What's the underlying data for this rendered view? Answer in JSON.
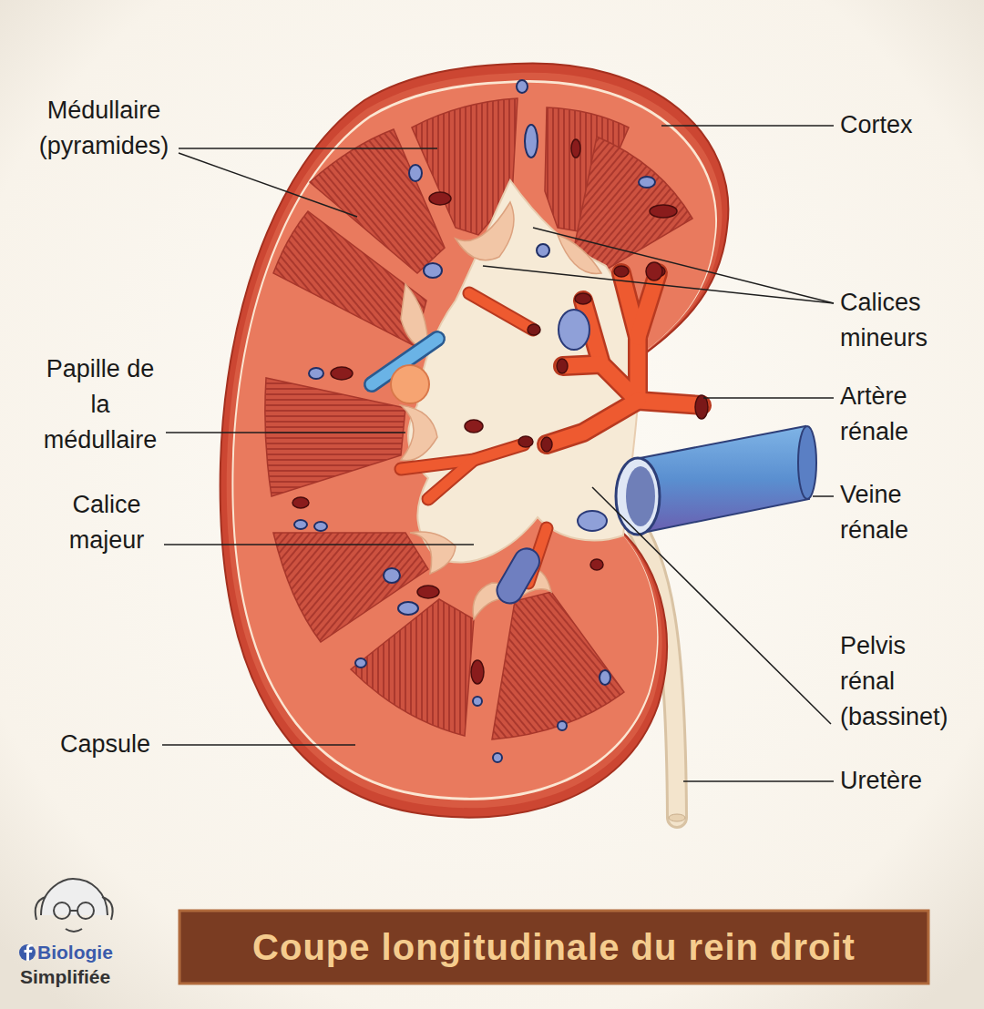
{
  "diagram": {
    "title": "Coupe longitudinale du rein droit",
    "labels": [
      "Médullaire (pyramides)",
      "Papille de la médullaire",
      "Calice majeur",
      "Capsule",
      "Cortex",
      "Calices mineurs",
      "Artère rénale",
      "Veine rénale",
      "Pelvis rénal (bassinet)",
      "Uretère",
      "Biologie",
      "Simplifiée"
    ]
  }
}
